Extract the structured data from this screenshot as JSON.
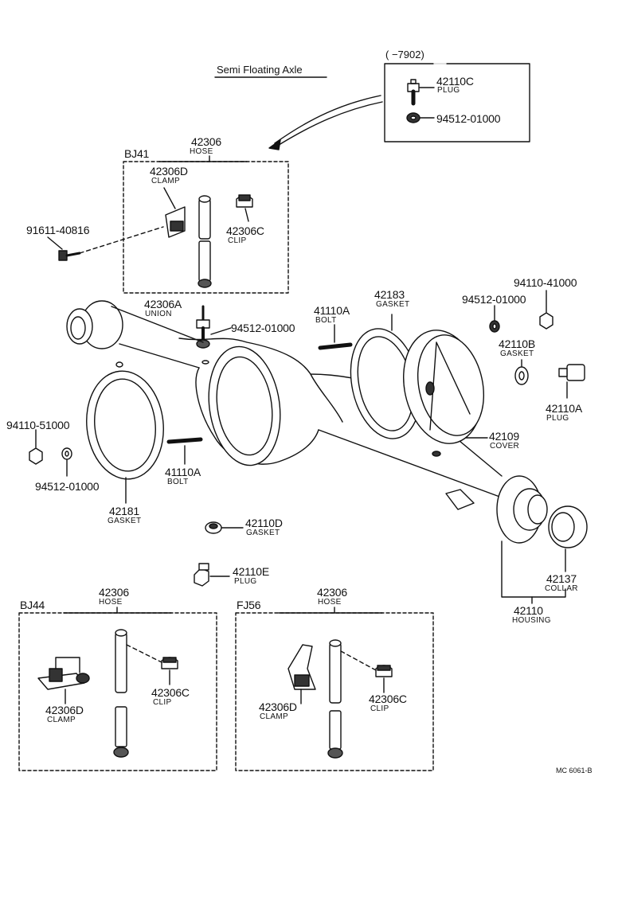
{
  "title": "Semi Floating Axle",
  "date_range": "(     −7902)",
  "code": "MC 6061-B",
  "inset_parts": [
    {
      "pn": "42110C",
      "name": "PLUG"
    },
    {
      "pn": "94512-01000",
      "name": ""
    }
  ],
  "groups": {
    "bj41": "BJ41",
    "bj44": "BJ44",
    "fj56": "FJ56"
  },
  "parts": {
    "hose_top": {
      "pn": "42306",
      "name": "HOSE"
    },
    "clamp_top": {
      "pn": "42306D",
      "name": "CLAMP"
    },
    "clip_top": {
      "pn": "42306C",
      "name": "CLIP"
    },
    "bolt_91611": {
      "pn": "91611-40816",
      "name": ""
    },
    "union": {
      "pn": "42306A",
      "name": "UNION"
    },
    "washer_union": {
      "pn": "94512-01000",
      "name": ""
    },
    "bolt_top": {
      "pn": "41110A",
      "name": "BOLT"
    },
    "gasket_rear": {
      "pn": "42183",
      "name": "GASKET"
    },
    "washer_right": {
      "pn": "94512-01000",
      "name": ""
    },
    "nut_right": {
      "pn": "94110-41000",
      "name": ""
    },
    "gasket_b": {
      "pn": "42110B",
      "name": "GASKET"
    },
    "plug_a": {
      "pn": "42110A",
      "name": "PLUG"
    },
    "cover": {
      "pn": "42109",
      "name": "COVER"
    },
    "nut_left": {
      "pn": "94110-51000",
      "name": ""
    },
    "washer_left": {
      "pn": "94512-01000",
      "name": ""
    },
    "gasket_front": {
      "pn": "42181",
      "name": "GASKET"
    },
    "bolt_mid": {
      "pn": "41110A",
      "name": "BOLT"
    },
    "gasket_d": {
      "pn": "42110D",
      "name": "GASKET"
    },
    "plug_e": {
      "pn": "42110E",
      "name": "PLUG"
    },
    "collar": {
      "pn": "42137",
      "name": "COLLAR"
    },
    "housing": {
      "pn": "42110",
      "name": "HOUSING"
    },
    "hose_bj44": {
      "pn": "42306",
      "name": "HOSE"
    },
    "clip_bj44": {
      "pn": "42306C",
      "name": "CLIP"
    },
    "clamp_bj44": {
      "pn": "42306D",
      "name": "CLAMP"
    },
    "hose_fj56": {
      "pn": "42306",
      "name": "HOSE"
    },
    "clip_fj56": {
      "pn": "42306C",
      "name": "CLIP"
    },
    "clamp_fj56": {
      "pn": "42306D",
      "name": "CLAMP"
    }
  }
}
